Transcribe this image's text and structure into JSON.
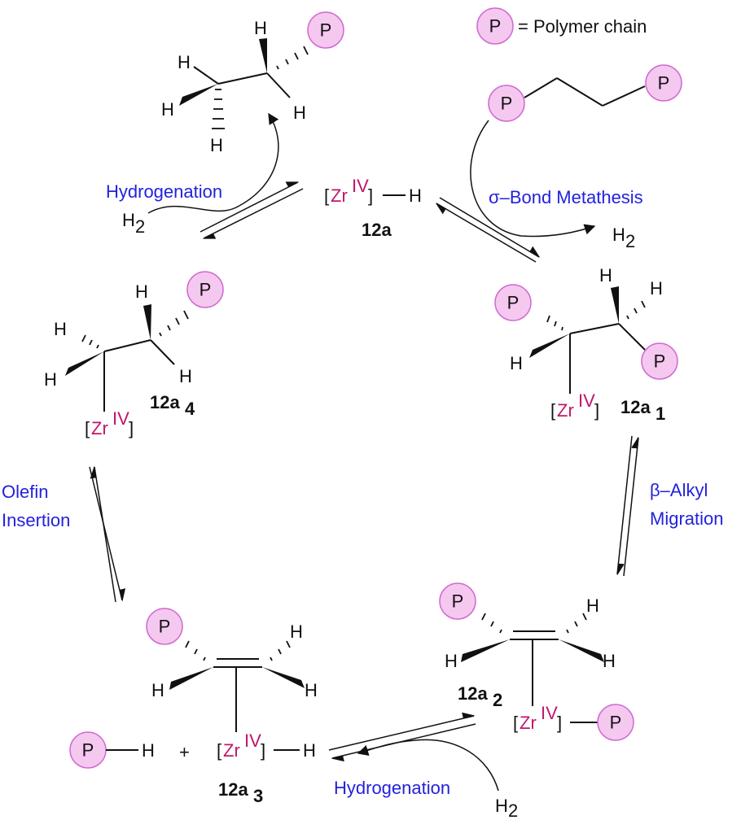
{
  "atoms": {
    "H": "H",
    "P": "P",
    "Zr": "Zr",
    "ox": "IV",
    "H2": "H",
    "sub2": "2",
    "plus": "+"
  },
  "brackets": {
    "open": "[",
    "close": "]"
  },
  "legend": {
    "symbol": "P",
    "text": "= Polymer chain"
  },
  "labels": {
    "c12a": "12a",
    "c12a1": "12a",
    "c12a1_sub": "1",
    "c12a2": "12a",
    "c12a2_sub": "2",
    "c12a3": "12a",
    "c12a3_sub": "3",
    "c12a4": "12a",
    "c12a4_sub": "4"
  },
  "steps": {
    "hydrogenation_top": "Hydrogenation",
    "sigma_bond": "σ–Bond Metathesis",
    "beta_alkyl_1": "β–Alkyl",
    "beta_alkyl_2": "Migration",
    "olefin_1": "Olefin",
    "olefin_2": "Insertion",
    "hydrogenation_bottom": "Hydrogenation"
  },
  "colors": {
    "step_text": "#2222dd",
    "zirconium": "#c0166b",
    "polymer_fill": "#f5c8f0",
    "polymer_stroke": "#d06ad0"
  }
}
